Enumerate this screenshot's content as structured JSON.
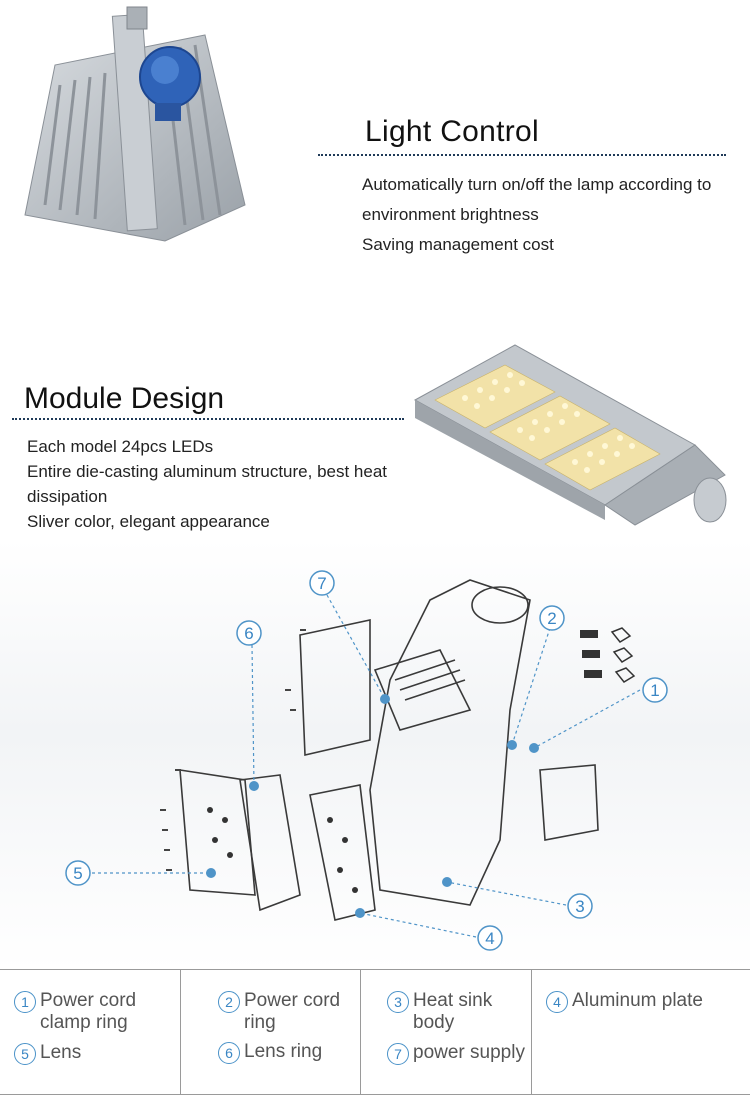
{
  "light_control": {
    "title": "Light Control",
    "lines": [
      "Automatically turn on/off the lamp according to",
      "environment brightness",
      "Saving management cost"
    ]
  },
  "module_design": {
    "title": "Module Design",
    "lines": [
      "Each model 24pcs LEDs",
      "Entire die-casting aluminum structure, best heat",
      "dissipation",
      "Sliver color, elegant appearance"
    ]
  },
  "callouts": [
    "1",
    "2",
    "3",
    "4",
    "5",
    "6",
    "7"
  ],
  "legend": [
    {
      "num": "1",
      "label": "Power cord clamp ring"
    },
    {
      "num": "2",
      "label": "Power cord ring"
    },
    {
      "num": "3",
      "label": "Heat sink body"
    },
    {
      "num": "4",
      "label": "Aluminum plate"
    },
    {
      "num": "5",
      "label": "Lens"
    },
    {
      "num": "6",
      "label": "Lens ring"
    },
    {
      "num": "7",
      "label": "power supply"
    }
  ],
  "colors": {
    "accent": "#3a86c4",
    "rule": "#1f3a58",
    "metal": "#b9bec4",
    "sensor": "#2f63b8"
  }
}
